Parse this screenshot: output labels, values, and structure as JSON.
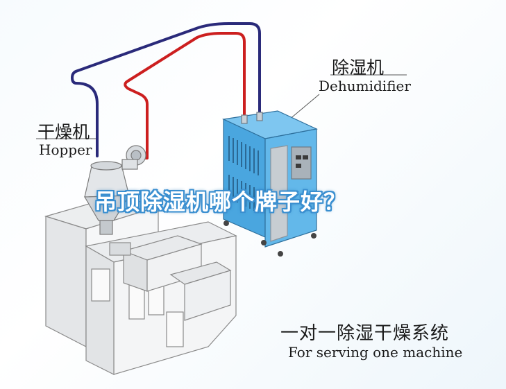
{
  "labels": {
    "dehumidifier_cn": "除湿机",
    "dehumidifier_en": "Dehumidifier",
    "hopper_cn": "干燥机",
    "hopper_en": "Hopper",
    "system_cn": "一对一除湿干燥系统",
    "system_en": "For serving one machine"
  },
  "headline": "吊顶除湿机哪个牌子好？",
  "colors": {
    "dehumidifier_body": "#57b3e8",
    "supply_pipe": "#cc1f1f",
    "return_pipe": "#2a2a7a",
    "headline_outline": "#3a8fd0"
  },
  "icons": {
    "dehumidifier": "dehumidifier-icon",
    "hopper": "hopper-icon",
    "molding_machine": "molding-machine-icon"
  }
}
